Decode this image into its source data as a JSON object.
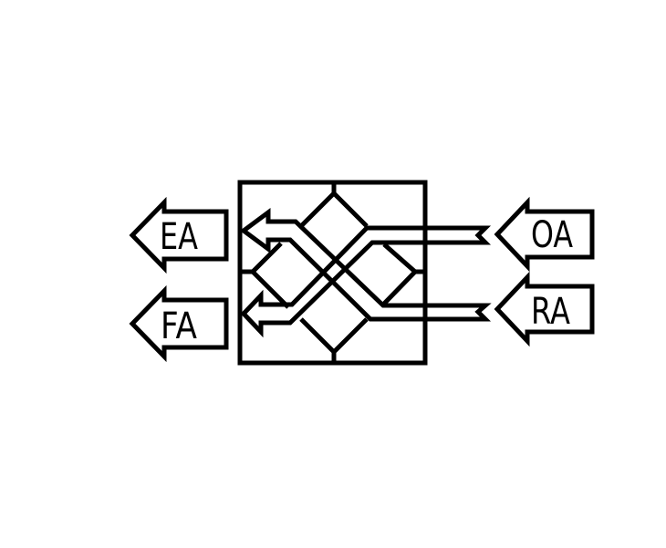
{
  "labels": {
    "exhaust_air": "EA",
    "fresh_air": "FA",
    "outdoor_air": "OA",
    "return_air": "RA"
  },
  "colors": {
    "stroke": "#000000",
    "fill": "#ffffff"
  }
}
